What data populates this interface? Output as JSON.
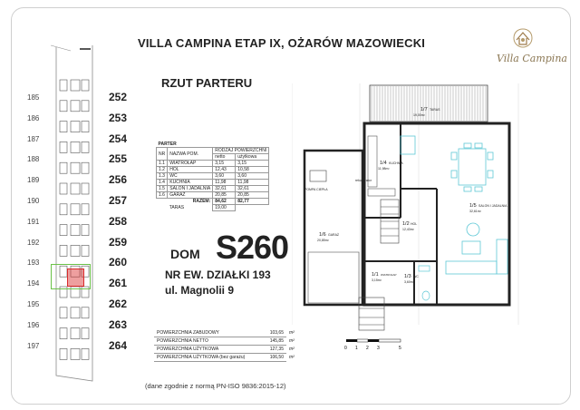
{
  "header": {
    "title": "VILLA CAMPINA ETAP IX, OŻARÓW MAZOWIECKI",
    "subtitle": "RZUT PARTERU",
    "logo_text": "Villa Campina"
  },
  "plots": [
    {
      "left": "185",
      "right": "252"
    },
    {
      "left": "186",
      "right": "253"
    },
    {
      "left": "187",
      "right": "254"
    },
    {
      "left": "188",
      "right": "255"
    },
    {
      "left": "189",
      "right": "256"
    },
    {
      "left": "190",
      "right": "257"
    },
    {
      "left": "191",
      "right": "258"
    },
    {
      "left": "192",
      "right": "259"
    },
    {
      "left": "193",
      "right": "260"
    },
    {
      "left": "194",
      "right": "261"
    },
    {
      "left": "195",
      "right": "262"
    },
    {
      "left": "196",
      "right": "263"
    },
    {
      "left": "197",
      "right": "264"
    }
  ],
  "highlight_color": "#6cc24a",
  "selected_color": "#d92b2b",
  "area_table": {
    "title": "PARTER",
    "headers": [
      "NR",
      "NAZWA POM.",
      "RODZAJ POWIERZCHNI"
    ],
    "subheaders": [
      "netto",
      "użytkowa"
    ],
    "rows": [
      {
        "nr": "1.1",
        "name": "WIATROŁAP",
        "netto": "3,15",
        "uzyt": "3,15"
      },
      {
        "nr": "1.2",
        "name": "HOL",
        "netto": "12,43",
        "uzyt": "10,58"
      },
      {
        "nr": "1.3",
        "name": "WC",
        "netto": "3,60",
        "uzyt": "3,60"
      },
      {
        "nr": "1.4",
        "name": "KUCHNIA",
        "netto": "11,98",
        "uzyt": "11,98"
      },
      {
        "nr": "1.5",
        "name": "SALON I JADALNIA",
        "netto": "32,61",
        "uzyt": "32,61"
      },
      {
        "nr": "1.6",
        "name": "GARAŻ",
        "netto": "20,85",
        "uzyt": "20,85"
      }
    ],
    "sum_label": "RAZEM:",
    "sum_netto": "84,62",
    "sum_uzyt": "82,77",
    "taras_label": "TARAS",
    "taras_value": "19,00"
  },
  "house": {
    "dom_label": "DOM",
    "code": "S260",
    "plot_line": "NR EW. DZIAŁKI 193",
    "street_line": "ul. Magnolii 9"
  },
  "totals": [
    {
      "label": "POWIERZCHNIA ZABUDOWY",
      "value": "103,65",
      "unit": "m²"
    },
    {
      "label": "POWIERZCHNIA NETTO",
      "value": "145,85",
      "unit": "m²"
    },
    {
      "label": "POWIERZCHNIA UŻYTKOWA",
      "value": "127,35",
      "unit": "m²"
    },
    {
      "label": "POWIERZCHNIA UŻYTKOWA (bez garażu)",
      "value": "106,50",
      "unit": "m²"
    }
  ],
  "footer_note": "(dane zgodnie z normą PN-ISO 9836:2015-12)",
  "scale_labels": [
    "0",
    "1",
    "2",
    "3",
    "5"
  ],
  "rooms": {
    "taras": {
      "id": "1/7",
      "name": "TARAS",
      "area": "19,00m²"
    },
    "kuchnia": {
      "id": "1/4",
      "name": "KUCHNIA",
      "area": "11,98m²"
    },
    "salon": {
      "id": "1/5",
      "name": "SALON I JADALNIA",
      "area": "32,61m²"
    },
    "hol": {
      "id": "1/2",
      "name": "HOL",
      "area": "12,43m²"
    },
    "garaz": {
      "id": "1/6",
      "name": "GARAŻ",
      "area": "20,85m²"
    },
    "wiatrolap": {
      "id": "1/1",
      "name": "WIATROŁAP",
      "area": "3,15m²"
    },
    "wc": {
      "id": "1/3",
      "name": "WC",
      "area": "3,60m²"
    },
    "pompa": "POMPA CIEPŁA",
    "rekuperator": "rekuperator"
  }
}
